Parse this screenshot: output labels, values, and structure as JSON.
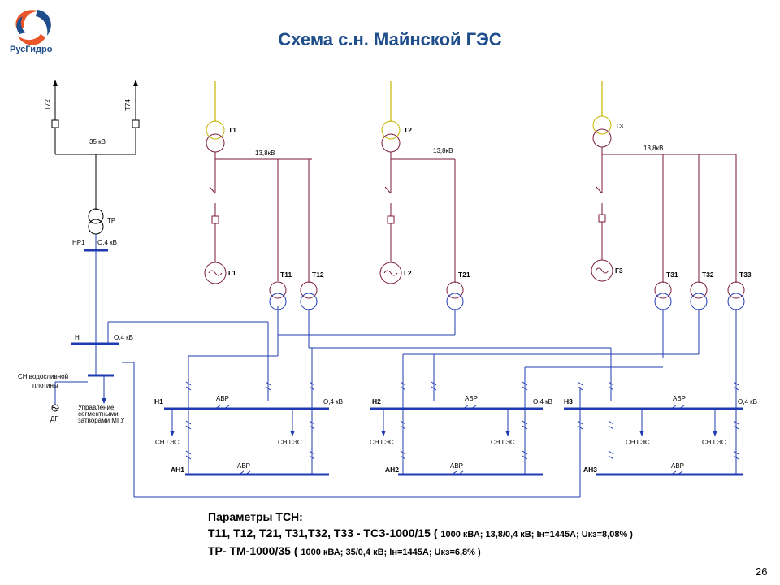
{
  "header": {
    "logo_text": "РусГидро",
    "title": "Схема  с.н. Майнской ГЭС"
  },
  "colors": {
    "blue": "#1f3bb3",
    "maroon": "#7b1a3a",
    "yellow": "#c8b400",
    "title": "#1f4e8c",
    "black": "#000000"
  },
  "labels": {
    "t72": "Т72",
    "t74": "Т74",
    "kv35": "35 кВ",
    "tr": "ТР",
    "nr1": "НР1",
    "kv04_nr1": "О,4 кВ",
    "n": "Н",
    "kv04_n": "О,4 кВ",
    "sn_dam_1": "СН водосливной",
    "sn_dam_2": "плотины",
    "dg": "ДГ",
    "mgu_1": "Управление",
    "mgu_2": "сегментными",
    "mgu_3": "затворами МГУ",
    "t1": "Т1",
    "t2": "Т2",
    "t3": "Т3",
    "kv138_1": "13,8кВ",
    "kv138_2": "13,8кВ",
    "kv138_3": "13,8кВ",
    "g1": "Г1",
    "g2": "Г2",
    "g3": "Г3",
    "t11": "Т11",
    "t12": "Т12",
    "t21": "Т21",
    "t31": "Т31",
    "t32": "Т32",
    "t33": "Т33",
    "h1": "Н1",
    "h2": "Н2",
    "h3": "Н3",
    "avr_h1": "АВР",
    "avr_h2": "АВР",
    "avr_h3": "АВР",
    "kv04_h1": "О,4 кВ",
    "kv04_h2": "О,4 кВ",
    "kv04_h3": "О,4 кВ",
    "sn_ges_1": "СН ГЭС",
    "sn_ges_2": "СН ГЭС",
    "sn_ges_3": "СН ГЭС",
    "sn_ges_4": "СН ГЭС",
    "sn_ges_5": "СН ГЭС",
    "sn_ges_6": "СН ГЭС",
    "ah1": "АН1",
    "ah2": "АН2",
    "ah3": "АН3",
    "avr_ah1": "АВР",
    "avr_ah2": "АВР",
    "avr_ah3": "АВР"
  },
  "params": {
    "heading": "Параметры ТСН:",
    "line1_main": "Т11, Т12, Т21, Т31,Т32, Т33 - ТСЗ-1000/15 ( ",
    "line1_detail": "1000 кВА; 13,8/0,4 кВ; Iн=1445А; Uкз=8,08% )",
    "line2_main": "ТР- ТМ-1000/35 ( ",
    "line2_detail": "1000 кВА; 35/0,4 кВ; Iн=1445А; Uкз=6,8%  )"
  },
  "page_number": "26"
}
